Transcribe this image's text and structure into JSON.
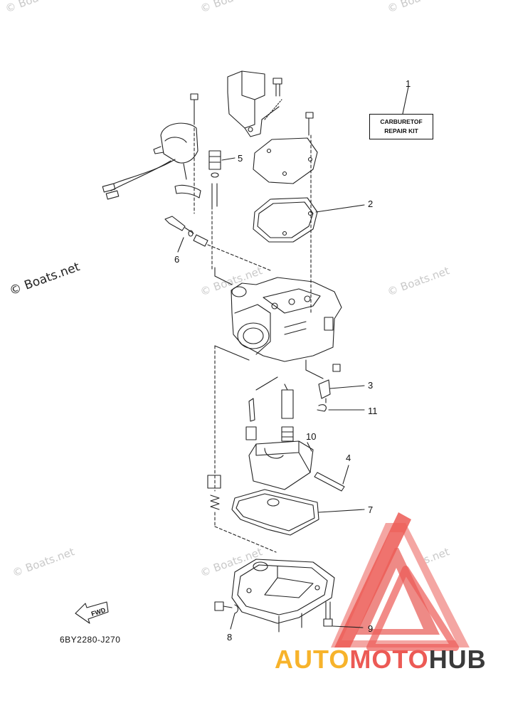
{
  "diagram": {
    "part_code": "6BY2280-J270",
    "kit_label_line1": "CARBURETOF",
    "kit_label_line2": "REPAIR KIT",
    "fwd_label": "FWD",
    "callouts": [
      "1",
      "2",
      "3",
      "4",
      "5",
      "6",
      "7",
      "8",
      "9",
      "10",
      "11"
    ]
  },
  "watermarks": {
    "text": "© Boats.net",
    "strong_text": "© Boats.net"
  },
  "brand": {
    "part1": "AUTO",
    "part2": "MOTO",
    "part3": "HUB",
    "colors": {
      "yellow": "#f7b32b",
      "red": "#ec5a55",
      "dark": "#3a3a3a"
    }
  }
}
